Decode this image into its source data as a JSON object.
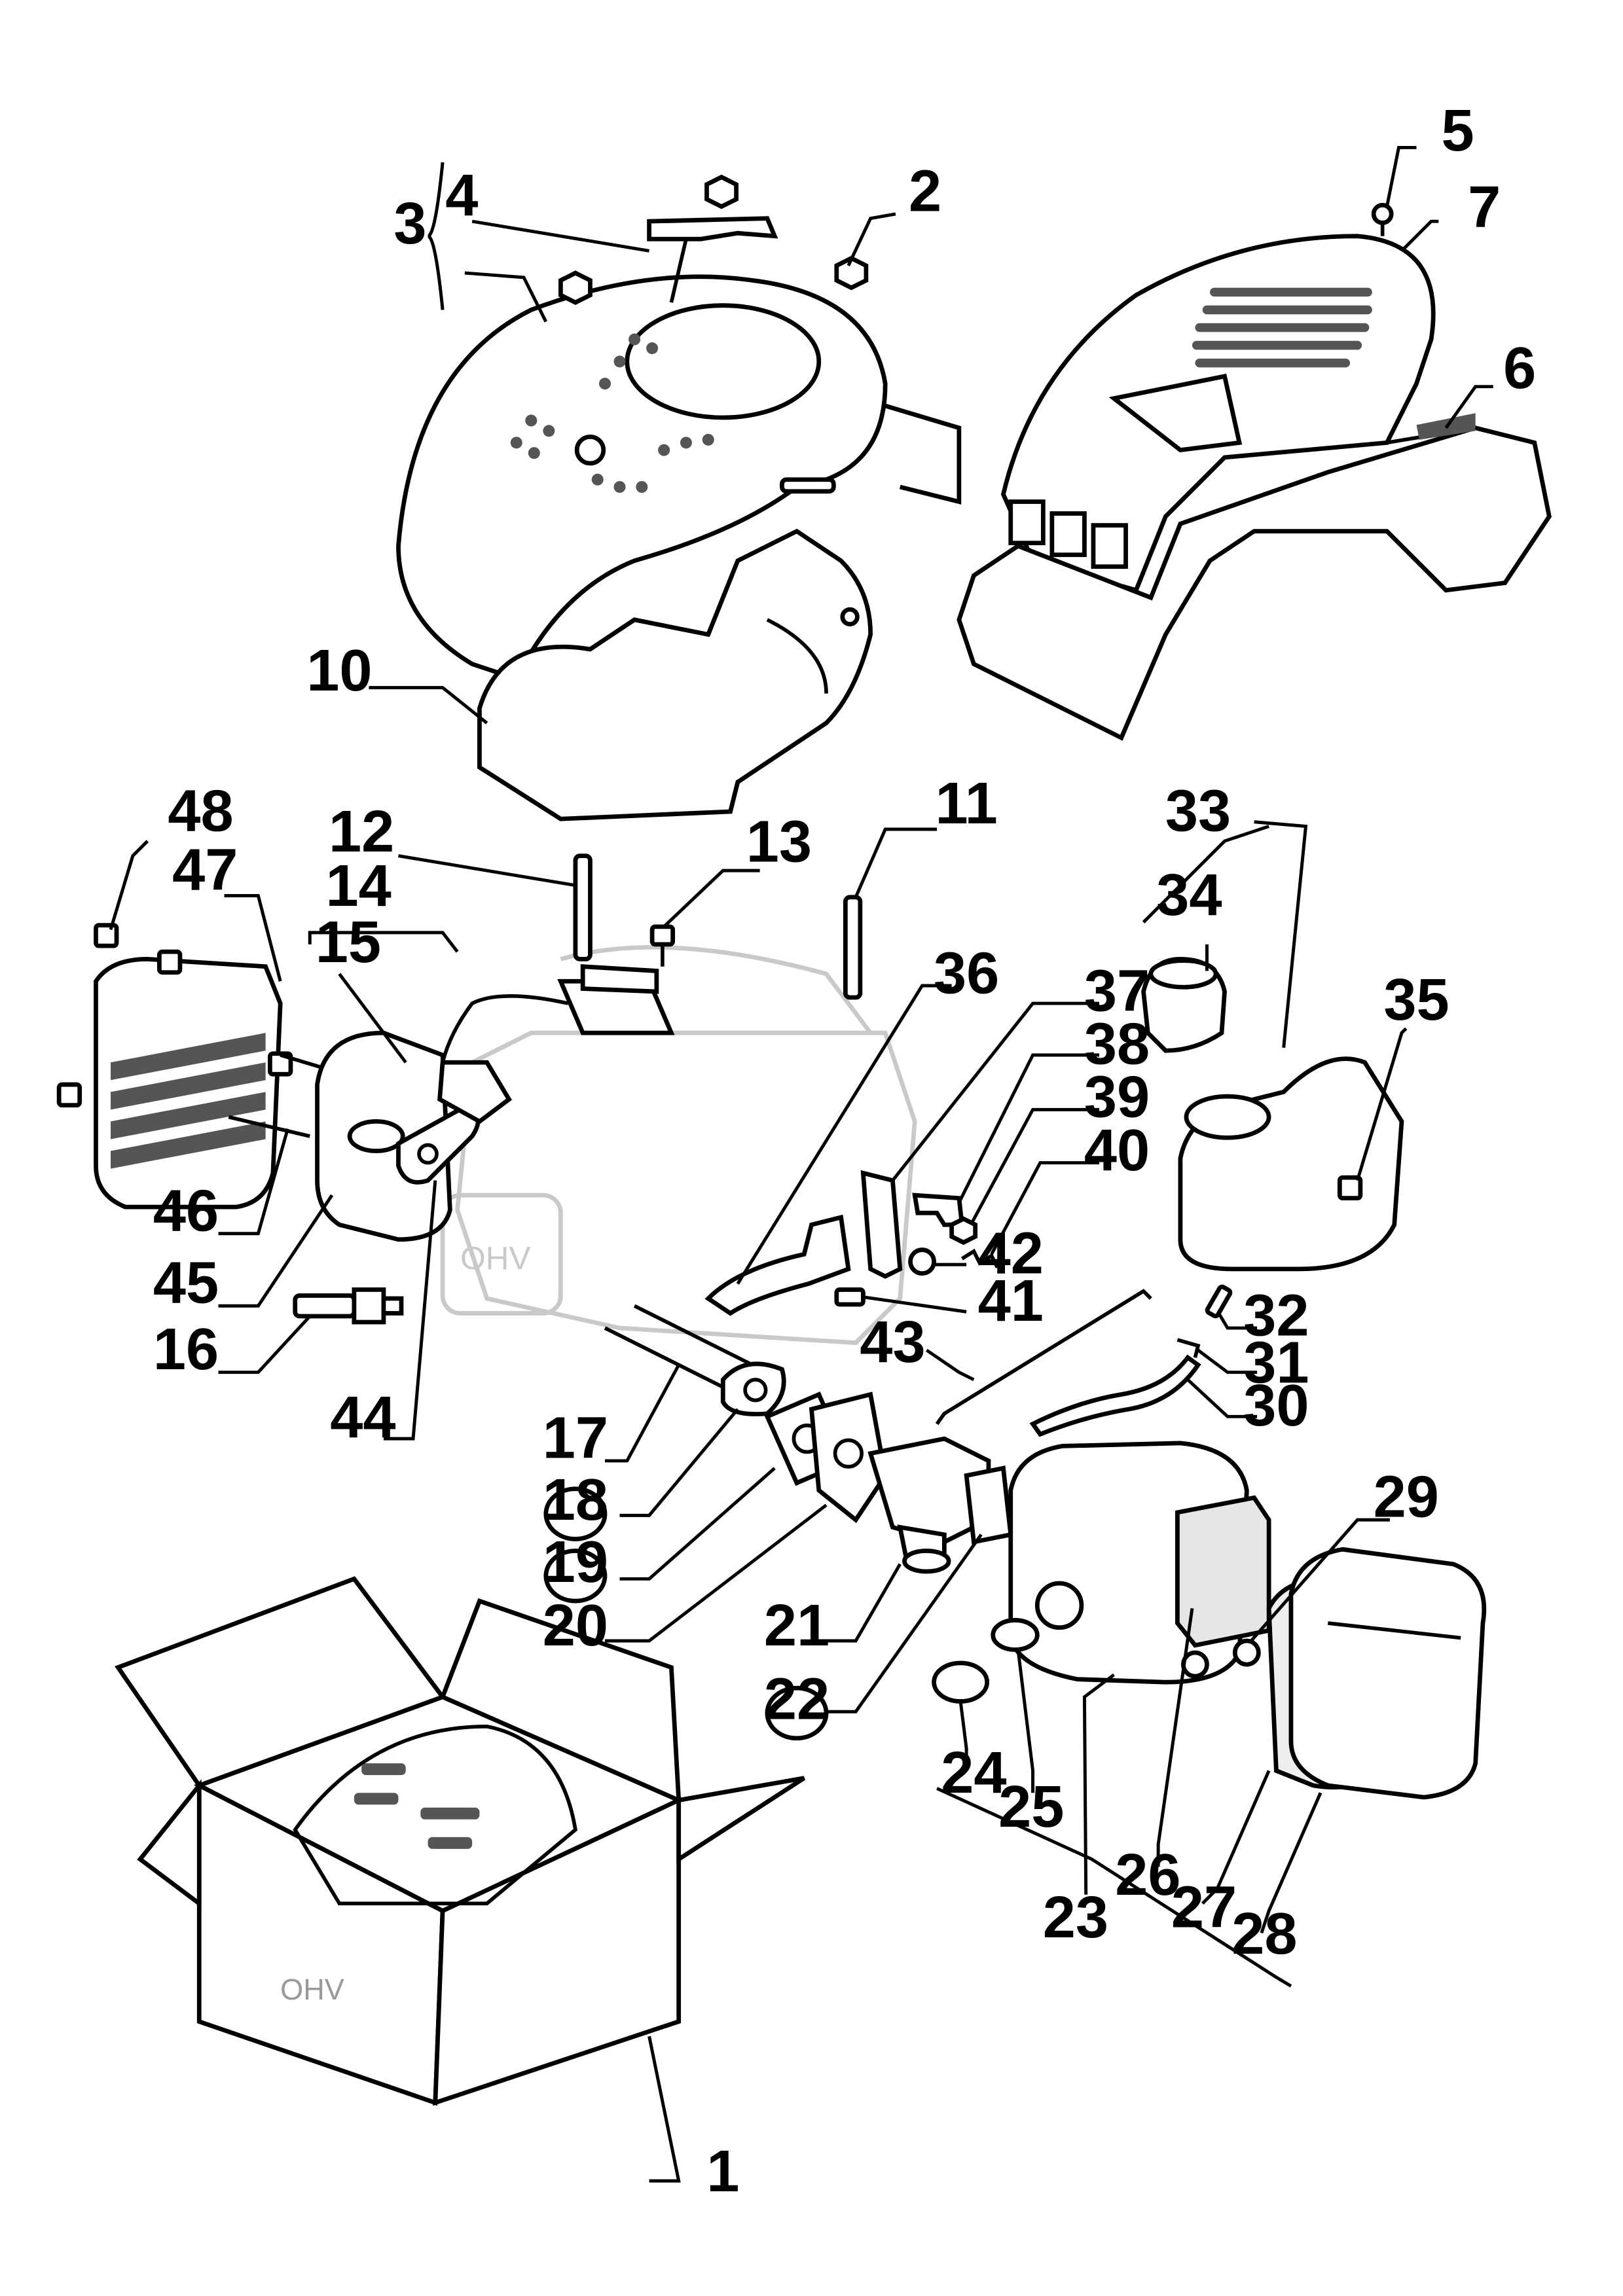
{
  "labels": {
    "p1": "1",
    "p2": "2",
    "p3": "3",
    "p4": "4",
    "p5": "5",
    "p6": "6",
    "p7": "7",
    "p10": "10",
    "p11": "11",
    "p12": "12",
    "p13": "13",
    "p14": "14",
    "p15": "15",
    "p16": "16",
    "p17": "17",
    "p18": "18",
    "p19": "19",
    "p20": "20",
    "p21": "21",
    "p22": "22",
    "p23": "23",
    "p24": "24",
    "p25": "25",
    "p26": "26",
    "p27": "27",
    "p28": "28",
    "p29": "29",
    "p30": "30",
    "p31": "31",
    "p32": "32",
    "p33": "33",
    "p34": "34",
    "p35": "35",
    "p36": "36",
    "p37": "37",
    "p38": "38",
    "p39": "39",
    "p40": "40",
    "p41": "41",
    "p42": "42",
    "p43": "43",
    "p44": "44",
    "p45": "45",
    "p46": "46",
    "p47": "47",
    "p48": "48"
  },
  "engine_mark": "OHV"
}
